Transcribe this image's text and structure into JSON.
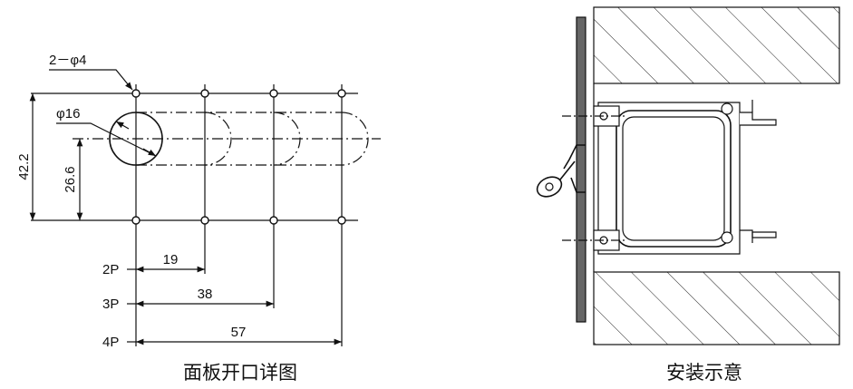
{
  "left_drawing": {
    "hole_note": "2－φ4",
    "slot_note": "φ16",
    "height_overall": "42.2",
    "height_center": "26.6",
    "row_labels": [
      "2P",
      "3P",
      "4P"
    ],
    "spacing_values": [
      "19",
      "38",
      "57"
    ],
    "caption": "面板开口详图"
  },
  "right_drawing": {
    "caption": "安装示意"
  },
  "colors": {
    "line": "#111111",
    "paper": "#ffffff"
  }
}
